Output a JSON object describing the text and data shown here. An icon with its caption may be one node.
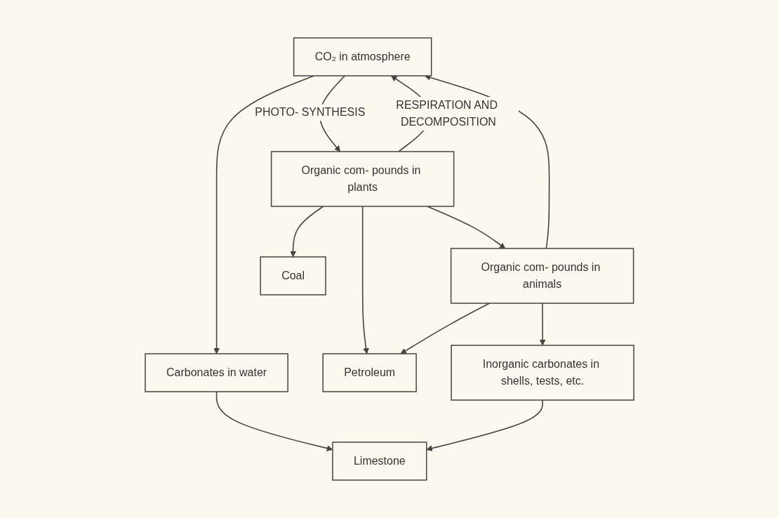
{
  "diagram": {
    "nodes": [
      {
        "text": [
          "CO₂ in atmosphere"
        ]
      },
      {
        "text": [
          "Organic com- pounds in plants"
        ]
      },
      {
        "text": [
          "Organic com- pounds in animals"
        ]
      },
      {
        "text": [
          "Inorganic carbonates in shells, tests, etc."
        ]
      },
      {
        "text": [
          "Petroleum"
        ]
      },
      {
        "text": [
          "Coal"
        ]
      },
      {
        "text": [
          "Carbonates in water"
        ]
      },
      {
        "text": [
          "Limestone"
        ]
      }
    ],
    "edges": [
      {
        "from": 0,
        "to": 1,
        "arrow": "to",
        "label": "PHOTO- SYNTHESIS"
      },
      {
        "from": 1,
        "to": 0,
        "arrow": "to",
        "label": "RESPIRATION AND DECOMPOSITION"
      },
      {
        "from": 2,
        "to": 0,
        "arrow": "to"
      },
      {
        "from": 1,
        "to": 2,
        "arrow": "to"
      },
      {
        "from": 1,
        "to": 4,
        "arrow": "to"
      },
      {
        "from": 1,
        "to": 5,
        "arrow": "to"
      },
      {
        "from": 0,
        "to": 6,
        "arrow": "to"
      },
      {
        "from": 2,
        "to": 3,
        "arrow": "to"
      },
      {
        "from": 2,
        "to": 4,
        "arrow": "to"
      },
      {
        "from": 6,
        "to": 7,
        "arrow": "to"
      },
      {
        "from": 3,
        "to": 7,
        "arrow": "to"
      }
    ]
  }
}
